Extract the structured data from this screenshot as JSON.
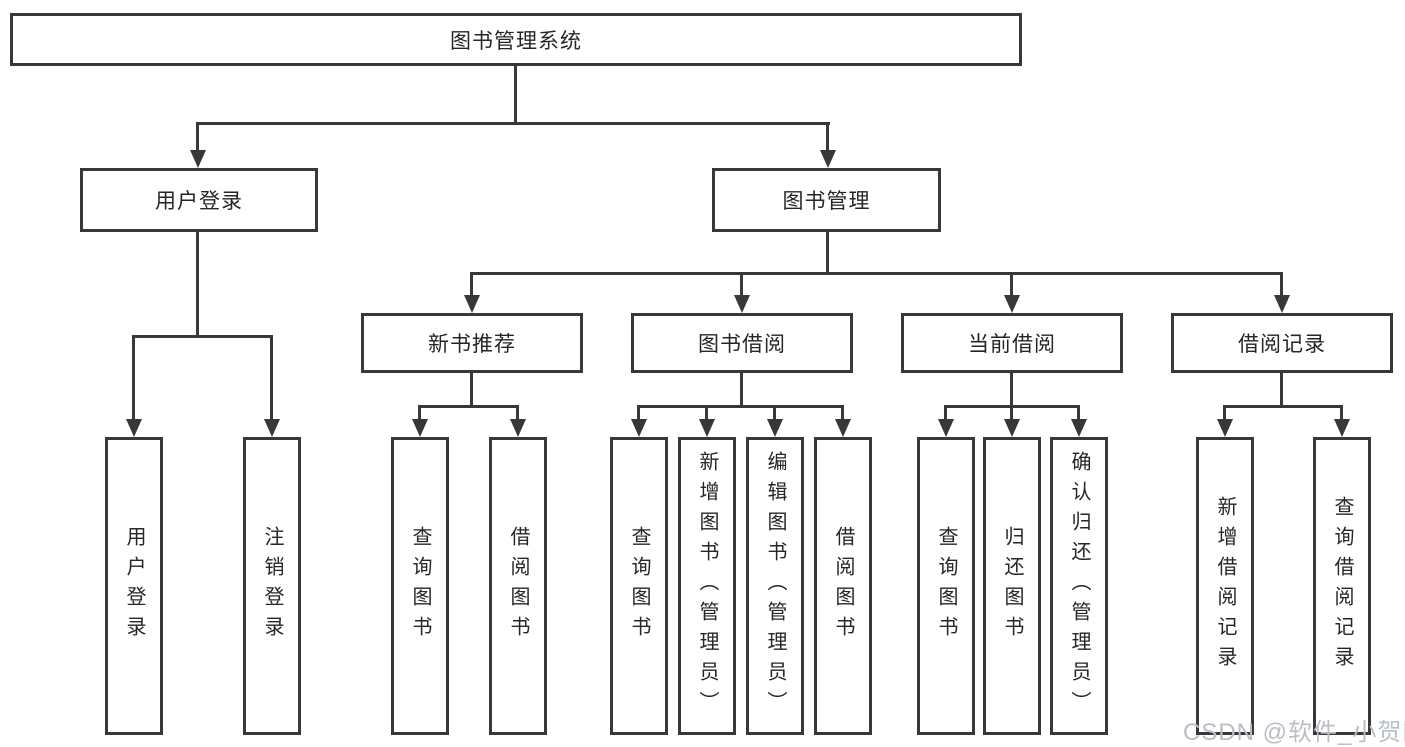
{
  "colors": {
    "line": "#383838",
    "box_border": "#383838",
    "box_background": "#ffffff",
    "text": "#262626",
    "watermark": "#b9bec6",
    "background": "#ffffff"
  },
  "diagram": {
    "root": {
      "label": "图书管理系统"
    },
    "user_login": {
      "label": "用户登录",
      "children": [
        {
          "label": "用户登录"
        },
        {
          "label": "注销登录"
        }
      ]
    },
    "book_management": {
      "label": "图书管理",
      "sections": [
        {
          "label": "新书推荐",
          "children": [
            {
              "label": "查询图书"
            },
            {
              "label": "借阅图书"
            }
          ]
        },
        {
          "label": "图书借阅",
          "children": [
            {
              "label": "查询图书"
            },
            {
              "label": "新增图书（管理员）"
            },
            {
              "label": "编辑图书（管理员）"
            },
            {
              "label": "借阅图书"
            }
          ]
        },
        {
          "label": "当前借阅",
          "children": [
            {
              "label": "查询图书"
            },
            {
              "label": "归还图书"
            },
            {
              "label": "确认归还（管理员）"
            }
          ]
        },
        {
          "label": "借阅记录",
          "children": [
            {
              "label": "新增借阅记录"
            },
            {
              "label": "查询借阅记录"
            }
          ]
        }
      ]
    }
  },
  "watermark": {
    "text": "CSDN @软件_小贺同学"
  }
}
